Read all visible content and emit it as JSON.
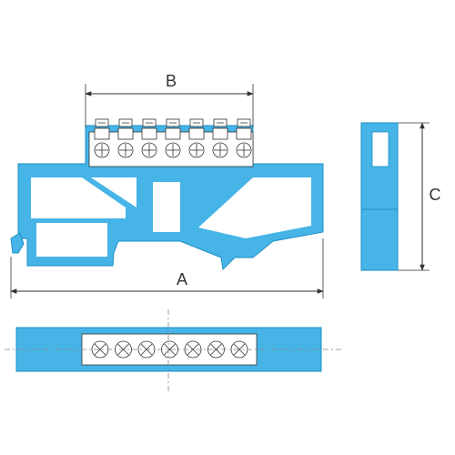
{
  "dimensions": {
    "a_label": "A",
    "b_label": "B",
    "c_label": "C"
  },
  "terminal_count": 7,
  "colors": {
    "body": "#46B4E6",
    "outline": "#1E8FC4",
    "screw_fill": "#FFFFFF",
    "line": "#333333",
    "centerline": "#888888"
  }
}
